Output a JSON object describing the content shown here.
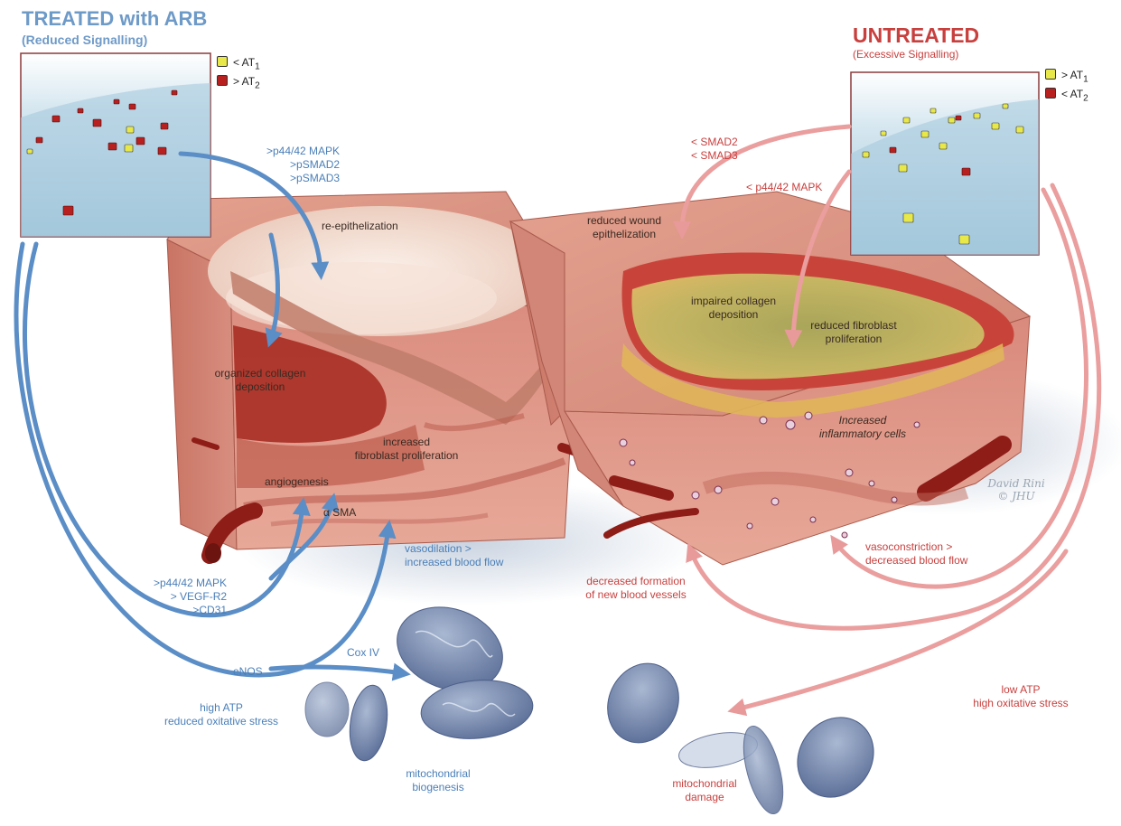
{
  "colors": {
    "treated": "#4a7fb8",
    "untreated": "#c8403e",
    "at1": "#e8e84a",
    "at2": "#b82020"
  },
  "treated": {
    "title": "TREATED with ARB",
    "subtitle": "(Reduced Signalling)",
    "legend": [
      {
        "text": "< AT",
        "sub": "1",
        "color": "#e8e84a"
      },
      {
        "text": "> AT",
        "sub": "2",
        "color": "#b82020"
      }
    ],
    "signal_top": [
      ">p44/42 MAPK",
      ">pSMAD2",
      ">pSMAD3"
    ],
    "re_epithelization": "re-epithelization",
    "collagen": [
      "organized collagen",
      "deposition"
    ],
    "fibroblast": [
      "increased",
      "fibroblast proliferation"
    ],
    "angiogenesis": "angiogenesis",
    "sma": "α SMA",
    "vasodilation": [
      "vasodilation >",
      "increased blood flow"
    ],
    "signal_bottom": [
      ">p44/42 MAPK",
      "> VEGF-R2",
      ">CD31"
    ],
    "enos": "eNOS",
    "cox": "Cox IV",
    "atp": [
      "high ATP",
      "reduced oxitative stress"
    ],
    "mito": [
      "mitochondrial",
      "biogenesis"
    ]
  },
  "untreated": {
    "title": "UNTREATED",
    "subtitle": "(Excessive Signalling)",
    "legend": [
      {
        "text": "> AT",
        "sub": "1",
        "color": "#e8e84a"
      },
      {
        "text": "< AT",
        "sub": "2",
        "color": "#b82020"
      }
    ],
    "smad": [
      "< SMAD2",
      "< SMAD3"
    ],
    "mapk": "< p44/42 MAPK",
    "wound": [
      "reduced wound",
      "epithelization"
    ],
    "collagen": [
      "impaired collagen",
      "deposition"
    ],
    "fibroblast": [
      "reduced fibroblast",
      "proliferation"
    ],
    "inflammatory": [
      "Increased",
      "inflammatory cells"
    ],
    "vessels": [
      "decreased formation",
      "of new blood vessels"
    ],
    "vasoconstriction": [
      "vasoconstriction >",
      "decreased blood flow"
    ],
    "atp": [
      "low ATP",
      "high oxitative stress"
    ],
    "mito": [
      "mitochondrial",
      "damage"
    ]
  },
  "signature": [
    "David Rini",
    "© JHU"
  ]
}
